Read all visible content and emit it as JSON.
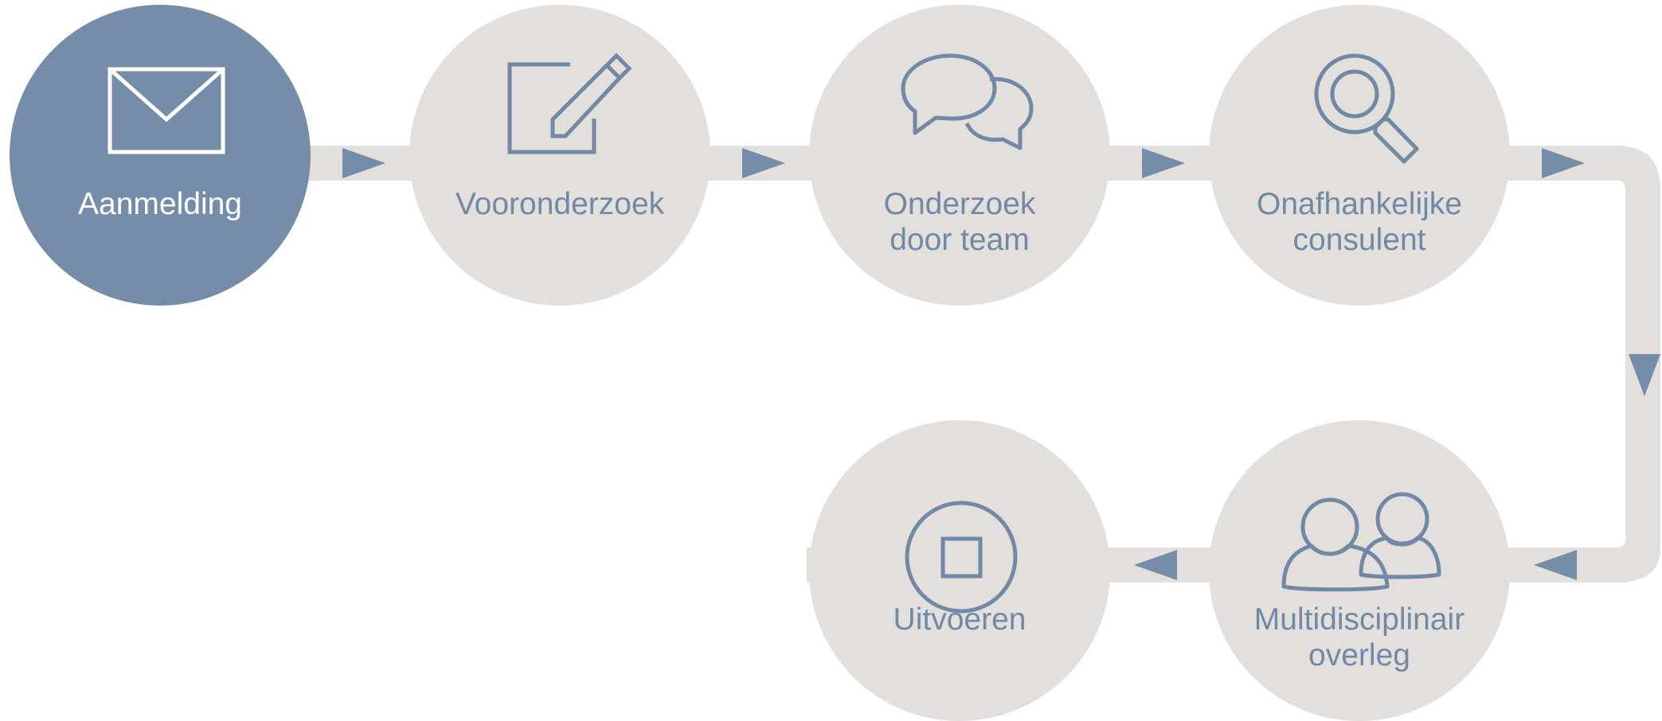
{
  "colors": {
    "accent": "#758da8",
    "icon_stroke": "#7189a5",
    "circle_inactive": "#e2dfdd",
    "connector": "#e2dfdd",
    "arrow": "#758da8",
    "active_text": "#ffffff"
  },
  "steps": [
    {
      "id": "aanmelding",
      "label": "Aanmelding",
      "icon": "envelope-icon",
      "active": true
    },
    {
      "id": "vooronderzoek",
      "label": "Vooronderzoek",
      "icon": "edit-pencil-icon",
      "active": false
    },
    {
      "id": "onderzoek",
      "label": "Onderzoek\ndoor team",
      "icon": "chat-bubbles-icon",
      "active": false
    },
    {
      "id": "consulent",
      "label": "Onafhankelijke\nconsulent",
      "icon": "magnifier-icon",
      "active": false
    },
    {
      "id": "mdo",
      "label": "Multidisciplinair\noverleg",
      "icon": "users-icon",
      "active": false
    },
    {
      "id": "uitvoeren",
      "label": "Uitvoeren",
      "icon": "stop-icon",
      "active": false
    }
  ]
}
